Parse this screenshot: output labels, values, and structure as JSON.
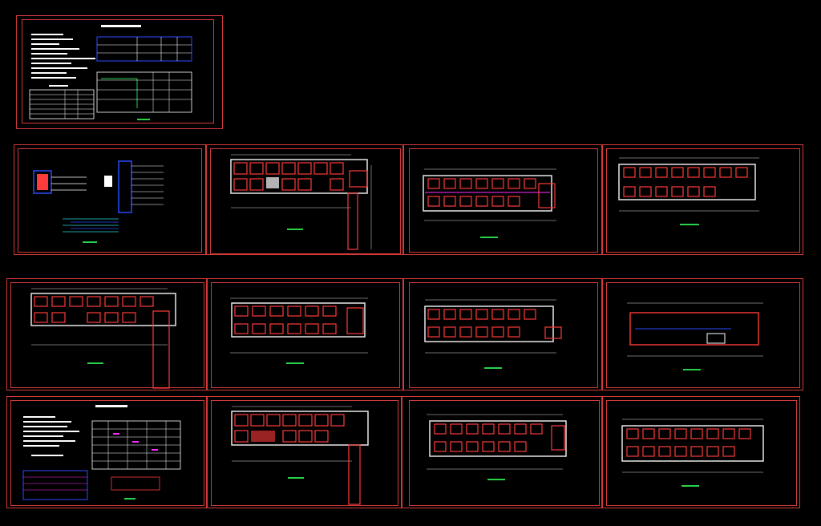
{
  "canvas": {
    "background": "#000000"
  },
  "palette": {
    "frame": "#d23a3a",
    "wall": "#e8e8e8",
    "pipe": "#ff3b3b",
    "accent_magenta": "#ff2cff",
    "accent_blue": "#2b4bff",
    "accent_green": "#29d14a",
    "accent_cyan": "#24d6d6"
  },
  "sheets": [
    {
      "id": "design-notes",
      "kind": "notes"
    },
    {
      "id": "system-diagram",
      "kind": "system"
    },
    {
      "id": "floor-plan-1",
      "kind": "plan-L"
    },
    {
      "id": "floor-plan-2",
      "kind": "plan"
    },
    {
      "id": "floor-plan-3",
      "kind": "plan"
    },
    {
      "id": "floor-plan-4",
      "kind": "plan-L"
    },
    {
      "id": "floor-plan-5",
      "kind": "plan"
    },
    {
      "id": "floor-plan-6",
      "kind": "plan"
    },
    {
      "id": "roof-plan",
      "kind": "roof"
    },
    {
      "id": "material-legend",
      "kind": "legend"
    },
    {
      "id": "floor-plan-7",
      "kind": "plan-L"
    },
    {
      "id": "floor-plan-8",
      "kind": "plan"
    },
    {
      "id": "floor-plan-9",
      "kind": "plan"
    }
  ]
}
